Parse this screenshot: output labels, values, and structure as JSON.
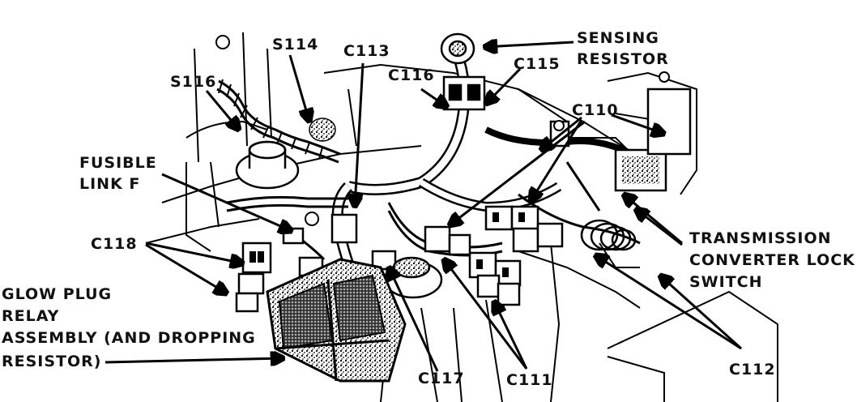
{
  "labels": {
    "sensing_resistor_line1": "SENSING",
    "sensing_resistor_line2": "RESISTOR",
    "s114": "S114",
    "c113": "C113",
    "c116": "C116",
    "c115": "C115",
    "s116": "S116",
    "c110": "C110",
    "fusible_link_line1": "FUSIBLE",
    "fusible_link_line2": "LINK F",
    "c118": "C118",
    "transmission_line1": "TRANSMISSION",
    "transmission_line2": "CONVERTER LOCK",
    "transmission_line3": "SWITCH",
    "glow_plug_line1": "GLOW PLUG",
    "glow_plug_line2": "RELAY",
    "glow_plug_line3": "ASSEMBLY (AND DROPPING",
    "glow_plug_line4": "RESISTOR)",
    "c117": "C117",
    "c111": "C111",
    "c112": "C112"
  }
}
